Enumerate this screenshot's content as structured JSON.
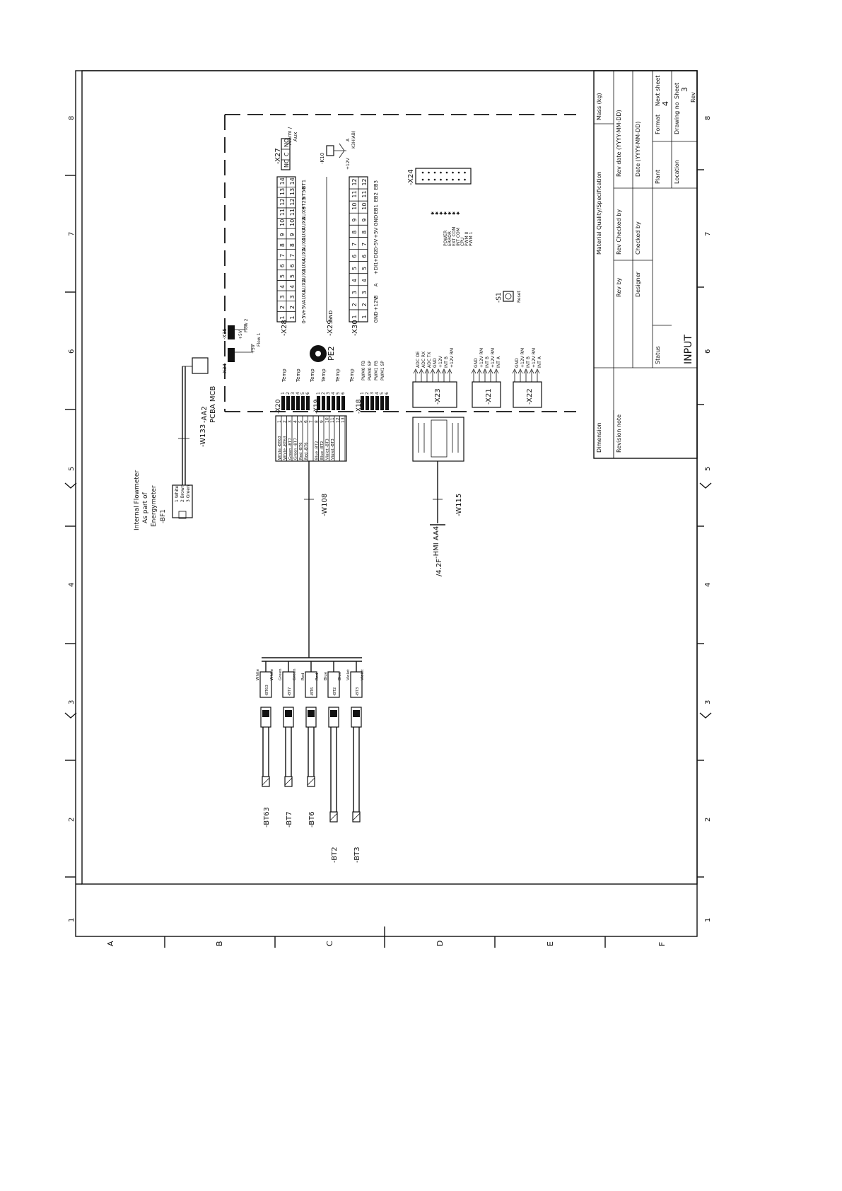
{
  "sheet": {
    "grid_rows": [
      "8",
      "7",
      "6",
      "5",
      "4",
      "3",
      "2",
      "1"
    ],
    "grid_cols": [
      "A",
      "B",
      "C",
      "D",
      "E",
      "F"
    ]
  },
  "title_block": {
    "mass": "Mass (kg)",
    "material": "Material Quality/Specification",
    "rev_date": "Rev date (YYYY-MM-DD)",
    "rev_checked": "Rev Checked by",
    "rev_by": "Rev by",
    "date": "Date (YYYY-MM-DD)",
    "checked": "Checked by",
    "designer": "Designer",
    "status": "Status",
    "sheet_label": "Sheet",
    "sheet_value": "3",
    "next_sheet_label": "Next sheet",
    "next_sheet_value": "4",
    "rev": "Rev",
    "format": "Format",
    "drawing_no": "Drawing no",
    "plant": "Plant",
    "location": "Location",
    "dimension": "Dimension",
    "revision_note": "Revision note",
    "title": "INPUT"
  },
  "board": {
    "name": "-AA2",
    "sub": "PCBA MCB",
    "pe": "PE2",
    "reset_switch": "-S1",
    "reset_label": "Reset"
  },
  "connectors": {
    "x27": {
      "name": "-X27",
      "pins": [
        "NO",
        "C",
        "NC"
      ],
      "label1": "Alarm /",
      "label2": "Aux"
    },
    "x28": {
      "name": "-X28",
      "pins": [
        "1",
        "2",
        "3",
        "4",
        "5",
        "6",
        "7",
        "8",
        "9",
        "10",
        "11",
        "12",
        "13",
        "14"
      ],
      "labels": [
        "0-5V",
        "+5V",
        "AUX1",
        "AUX2",
        "AUX3",
        "AUX4",
        "AUX5",
        "AUX6",
        "AUX7",
        "AUX8",
        "AUX9",
        "BT25",
        "BT50",
        "BT1"
      ]
    },
    "x29": {
      "name": "-X29",
      "gnd": "GND"
    },
    "x30": {
      "name": "-X30",
      "pins": [
        "1",
        "2",
        "3",
        "4",
        "5",
        "6",
        "7",
        "8",
        "9",
        "10",
        "11",
        "12"
      ],
      "labels": [
        "GND",
        "+12V",
        "B",
        "A",
        "+DI1",
        "+DI2",
        "0-5V",
        "+5V",
        "GND",
        "EB1",
        "EB2",
        "EB3"
      ]
    },
    "x24": {
      "name": "-X24"
    },
    "k10": {
      "name": "-K10",
      "note": "A",
      "rating": "K3H(AB)",
      "v12": "+12V"
    },
    "x35": {
      "name": "-X35",
      "pins": [
        "3",
        "2",
        "1"
      ],
      "p5v": "+5V",
      "flow": "Flow 2"
    },
    "x34": {
      "name": "-X34",
      "pins": [
        "3",
        "2",
        "1"
      ],
      "p5v": "+5V",
      "flow": "Flow 1"
    },
    "x20": {
      "name": "-X20",
      "pins": [
        "1",
        "2",
        "3",
        "4",
        "5",
        "6"
      ],
      "label": "Temp"
    },
    "x19": {
      "name": "-X19",
      "pins": [
        "1",
        "2",
        "3",
        "4",
        "5",
        "6"
      ],
      "label": "Temp"
    },
    "x18": {
      "name": "-X18",
      "pins": [
        "1",
        "2",
        "3",
        "4",
        "5",
        "6"
      ],
      "labels": [
        "PWM0 FB",
        "PWM0 SP",
        "PWM1 FB",
        "PWM1 SP"
      ]
    },
    "x23": {
      "name": "-X23",
      "labels": [
        "ADC OE",
        "ADC RX",
        "ADC TX",
        "GND",
        "+12V",
        "INT B",
        "+12V RM"
      ]
    },
    "x21": {
      "name": "-X21",
      "labels": [
        "GND",
        "+12V RM",
        "INT B",
        "+12V RM",
        "INT A"
      ]
    },
    "x22": {
      "name": "-X22",
      "labels": [
        "GND",
        "+12V RM",
        "INT B",
        "+12V RM",
        "INT A"
      ]
    },
    "leds": [
      "POWER",
      "ERROR",
      "EXT COM",
      "INT COM",
      "CPU",
      "PWM 0",
      "PWM 1"
    ]
  },
  "wire_block": {
    "rows": [
      {
        "n": "1",
        "label": "White -BT63"
      },
      {
        "n": "2",
        "label": "White -BT63"
      },
      {
        "n": "3",
        "label": "Green -BT7"
      },
      {
        "n": "4",
        "label": "Green -BT7"
      },
      {
        "n": "5",
        "label": "Red -BT6"
      },
      {
        "n": "6",
        "label": "Red -BT6"
      },
      {
        "n": "7",
        "label": ""
      },
      {
        "n": "8",
        "label": "Blue -BT2"
      },
      {
        "n": "9",
        "label": "Blue -BT2"
      },
      {
        "n": "10",
        "label": "Violet -BT3"
      },
      {
        "n": "11",
        "label": "Violet -BT3"
      },
      {
        "n": "12",
        "label": ""
      },
      {
        "n": "13",
        "label": ""
      }
    ]
  },
  "cables": {
    "w133": "-W133",
    "w108": "-W108",
    "w115": "-W115"
  },
  "flowmeter": {
    "name": "-BF1",
    "desc1": "Internal Flowmeter",
    "desc2": "As part of",
    "desc3": "Energymeter",
    "wires": [
      "1 White",
      "2 Brown",
      "3 Green"
    ]
  },
  "hmi": {
    "label": "-HMI AA4",
    "ref": "/4.2F"
  },
  "sensors": [
    {
      "name": "-BT63",
      "tag": "-BT63",
      "wire1": "White",
      "wire2": "White"
    },
    {
      "name": "-BT7",
      "tag": "-BT7",
      "wire1": "Green",
      "wire2": "Green"
    },
    {
      "name": "-BT6",
      "tag": "-BT6",
      "wire1": "Red",
      "wire2": "Red"
    },
    {
      "name": "-BT2",
      "tag": "-BT2",
      "wire1": "Blue",
      "wire2": "Blue"
    },
    {
      "name": "-BT3",
      "tag": "-BT3",
      "wire1": "Violet",
      "wire2": "Violet"
    }
  ]
}
